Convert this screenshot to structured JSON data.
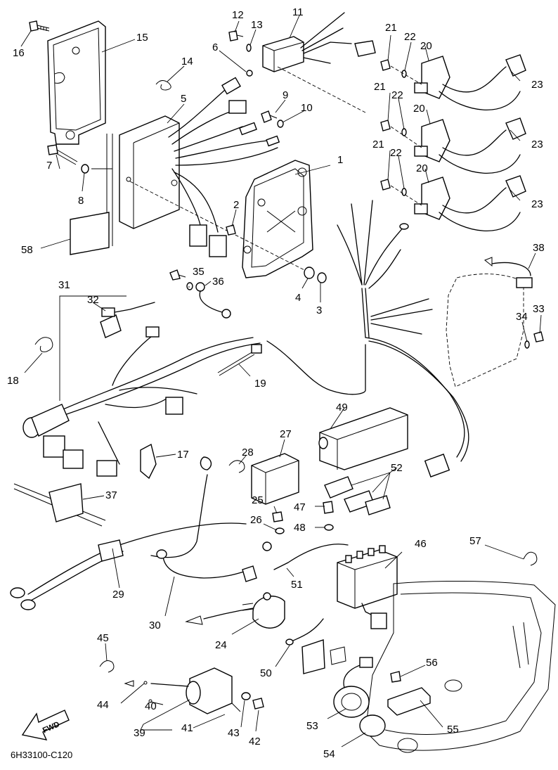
{
  "diagram_code": "6H33100-C120",
  "direction_label": "FWD",
  "callouts": [
    {
      "id": "c1",
      "label": "1"
    },
    {
      "id": "c2",
      "label": "2"
    },
    {
      "id": "c3",
      "label": "3"
    },
    {
      "id": "c4",
      "label": "4"
    },
    {
      "id": "c5",
      "label": "5"
    },
    {
      "id": "c6",
      "label": "6"
    },
    {
      "id": "c7",
      "label": "7"
    },
    {
      "id": "c8",
      "label": "8"
    },
    {
      "id": "c9",
      "label": "9"
    },
    {
      "id": "c10",
      "label": "10"
    },
    {
      "id": "c11",
      "label": "11"
    },
    {
      "id": "c12",
      "label": "12"
    },
    {
      "id": "c13",
      "label": "13"
    },
    {
      "id": "c14",
      "label": "14"
    },
    {
      "id": "c15",
      "label": "15"
    },
    {
      "id": "c16",
      "label": "16"
    },
    {
      "id": "c17",
      "label": "17"
    },
    {
      "id": "c18",
      "label": "18"
    },
    {
      "id": "c19",
      "label": "19"
    },
    {
      "id": "c20a",
      "label": "20"
    },
    {
      "id": "c20b",
      "label": "20"
    },
    {
      "id": "c20c",
      "label": "20"
    },
    {
      "id": "c21a",
      "label": "21"
    },
    {
      "id": "c21b",
      "label": "21"
    },
    {
      "id": "c21c",
      "label": "21"
    },
    {
      "id": "c22a",
      "label": "22"
    },
    {
      "id": "c22b",
      "label": "22"
    },
    {
      "id": "c22c",
      "label": "22"
    },
    {
      "id": "c23a",
      "label": "23"
    },
    {
      "id": "c23b",
      "label": "23"
    },
    {
      "id": "c23c",
      "label": "23"
    },
    {
      "id": "c24",
      "label": "24"
    },
    {
      "id": "c25",
      "label": "25"
    },
    {
      "id": "c26",
      "label": "26"
    },
    {
      "id": "c27",
      "label": "27"
    },
    {
      "id": "c28",
      "label": "28"
    },
    {
      "id": "c29",
      "label": "29"
    },
    {
      "id": "c30",
      "label": "30"
    },
    {
      "id": "c31",
      "label": "31"
    },
    {
      "id": "c32",
      "label": "32"
    },
    {
      "id": "c33",
      "label": "33"
    },
    {
      "id": "c34",
      "label": "34"
    },
    {
      "id": "c35",
      "label": "35"
    },
    {
      "id": "c36",
      "label": "36"
    },
    {
      "id": "c37",
      "label": "37"
    },
    {
      "id": "c38",
      "label": "38"
    },
    {
      "id": "c39",
      "label": "39"
    },
    {
      "id": "c40",
      "label": "40"
    },
    {
      "id": "c41",
      "label": "41"
    },
    {
      "id": "c42",
      "label": "42"
    },
    {
      "id": "c43",
      "label": "43"
    },
    {
      "id": "c44",
      "label": "44"
    },
    {
      "id": "c45",
      "label": "45"
    },
    {
      "id": "c46",
      "label": "46"
    },
    {
      "id": "c47",
      "label": "47"
    },
    {
      "id": "c48",
      "label": "48"
    },
    {
      "id": "c49",
      "label": "49"
    },
    {
      "id": "c50",
      "label": "50"
    },
    {
      "id": "c51",
      "label": "51"
    },
    {
      "id": "c52",
      "label": "52"
    },
    {
      "id": "c53",
      "label": "53"
    },
    {
      "id": "c54",
      "label": "54"
    },
    {
      "id": "c55",
      "label": "55"
    },
    {
      "id": "c56",
      "label": "56"
    },
    {
      "id": "c57",
      "label": "57"
    },
    {
      "id": "c58",
      "label": "58"
    }
  ]
}
